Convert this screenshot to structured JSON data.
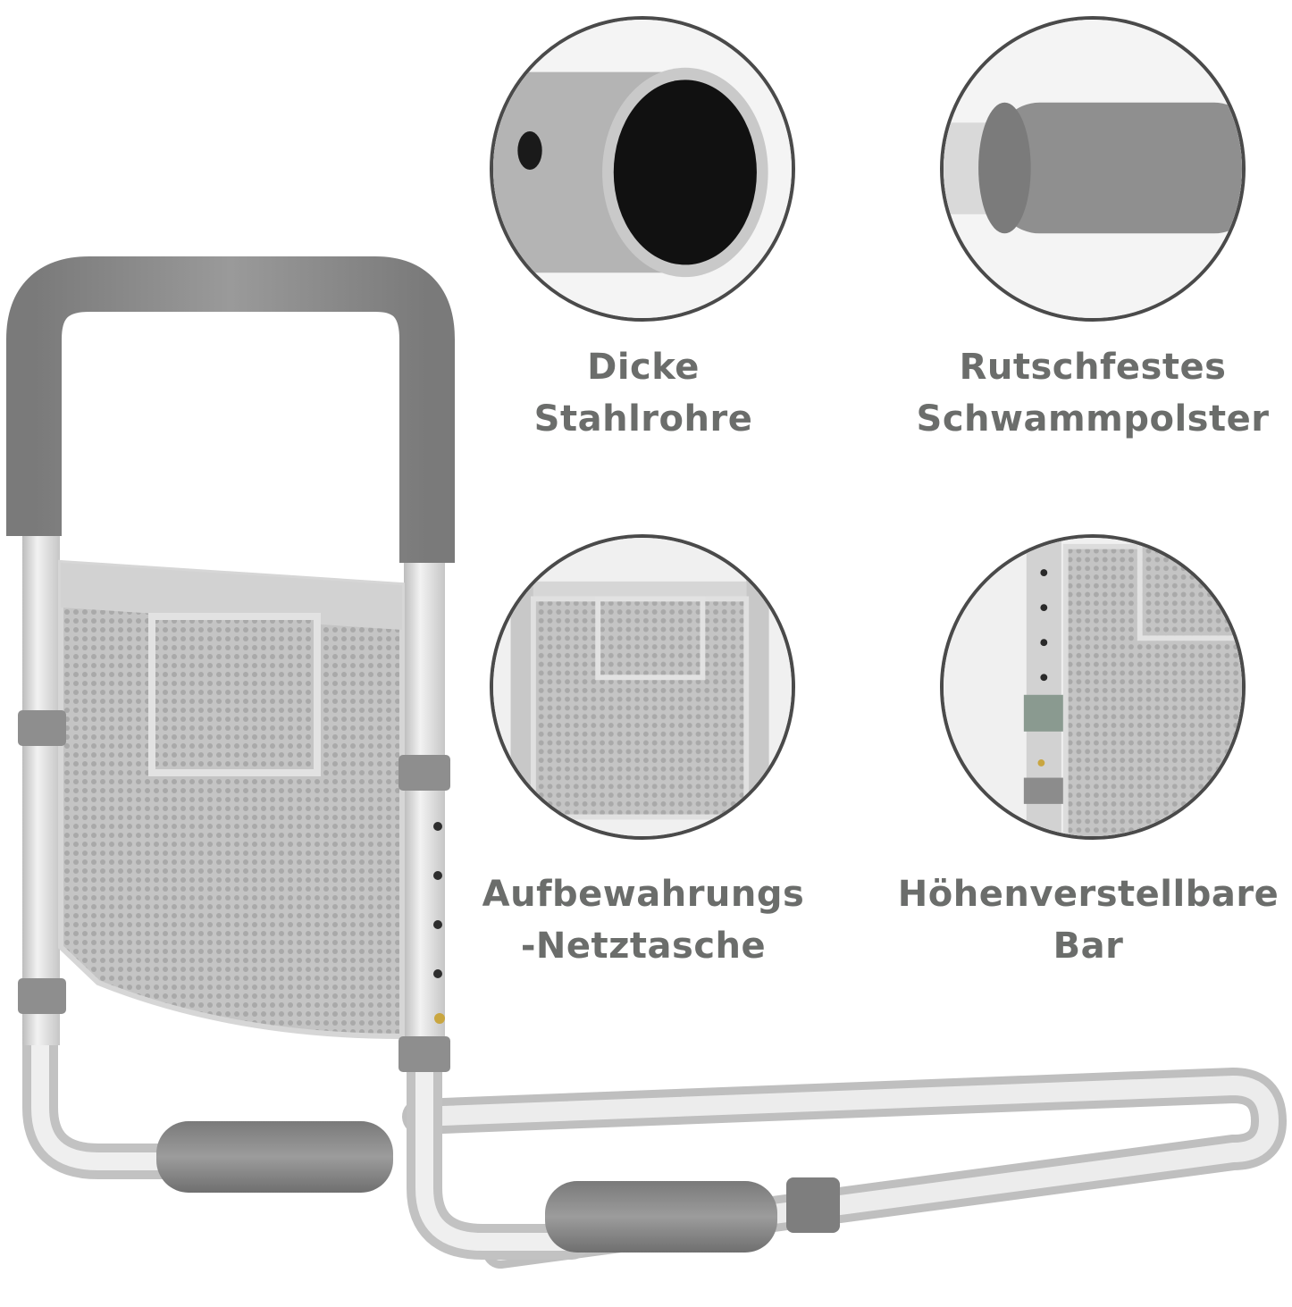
{
  "features": [
    {
      "line1": "Dicke",
      "line2": "Stahlrohre"
    },
    {
      "line1": "Rutschfestes",
      "line2": "Schwammpolster"
    },
    {
      "line1": "Aufbewahrungs",
      "line2": "-Netztasche"
    },
    {
      "line1": "Höhenverstellbare",
      "line2": "Bar"
    }
  ],
  "colors": {
    "text": "#6b6d6b",
    "frame_silver": "#dcdcdc",
    "foam_grey": "#8c8c8c",
    "mesh_grey": "#bdbdbd",
    "circle_border": "#4a4a4a"
  }
}
